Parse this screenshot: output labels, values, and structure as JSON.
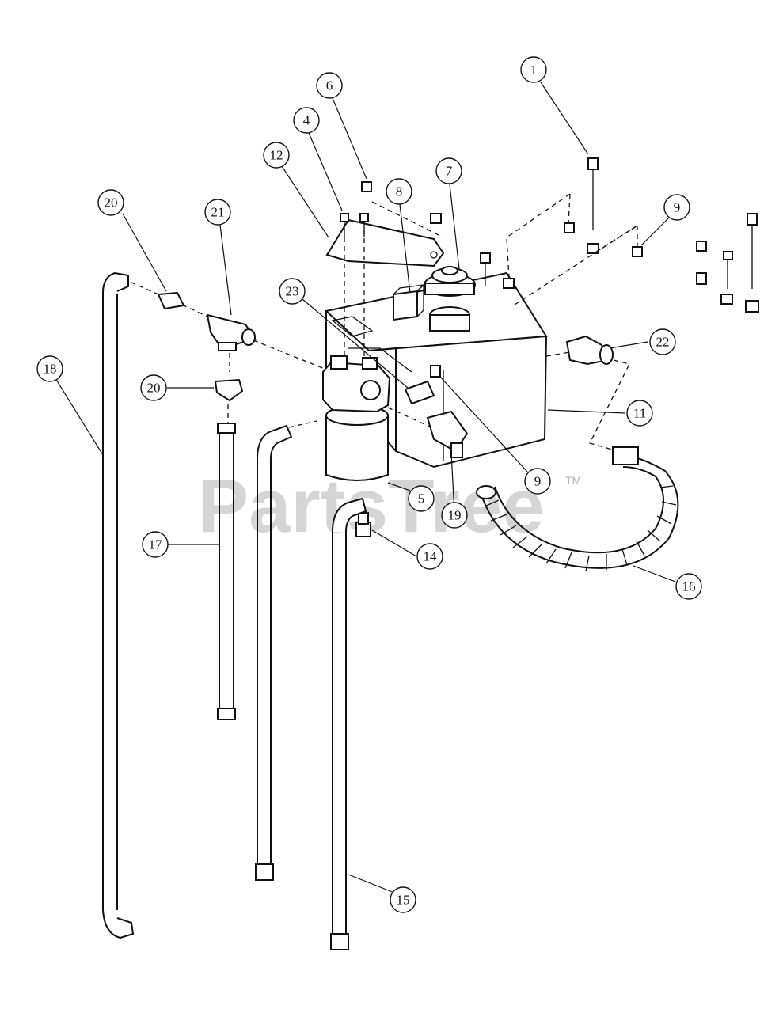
{
  "watermark": {
    "text": "PartsTree",
    "trademark": "TM"
  },
  "callouts": [
    {
      "id": "c1",
      "label": "1"
    },
    {
      "id": "c4",
      "label": "4"
    },
    {
      "id": "c5",
      "label": "5"
    },
    {
      "id": "c6",
      "label": "6"
    },
    {
      "id": "c7",
      "label": "7"
    },
    {
      "id": "c8",
      "label": "8"
    },
    {
      "id": "c9a",
      "label": "9"
    },
    {
      "id": "c9b",
      "label": "9"
    },
    {
      "id": "c11",
      "label": "11"
    },
    {
      "id": "c12",
      "label": "12"
    },
    {
      "id": "c14",
      "label": "14"
    },
    {
      "id": "c15",
      "label": "15"
    },
    {
      "id": "c16",
      "label": "16"
    },
    {
      "id": "c17",
      "label": "17"
    },
    {
      "id": "c18",
      "label": "18"
    },
    {
      "id": "c19",
      "label": "19"
    },
    {
      "id": "c20a",
      "label": "20"
    },
    {
      "id": "c20b",
      "label": "20"
    },
    {
      "id": "c21",
      "label": "21"
    },
    {
      "id": "c22",
      "label": "22"
    },
    {
      "id": "c23",
      "label": "23"
    }
  ]
}
